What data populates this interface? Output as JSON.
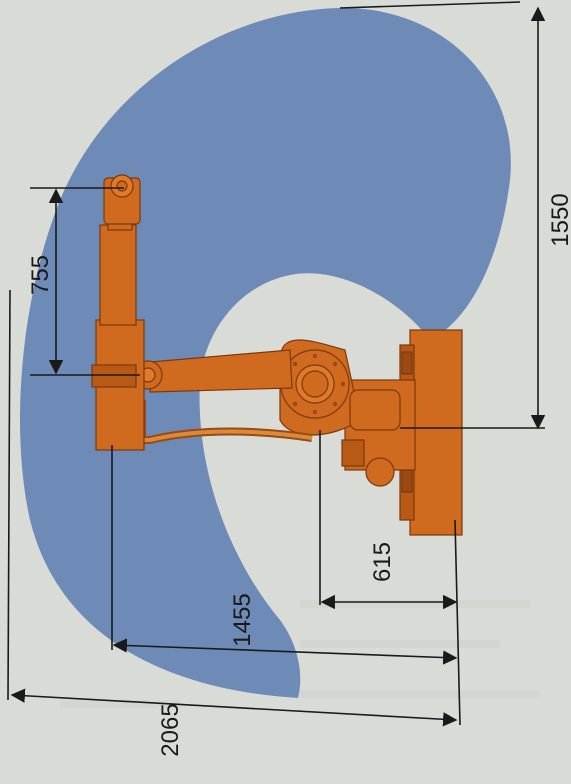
{
  "dimensions": {
    "reach_upper_arm": "755",
    "reach_total_height": "1550",
    "offset_base": "615",
    "reach_mid": "1455",
    "reach_max": "2065"
  },
  "colors": {
    "page_background": "#d9dcd6",
    "work_envelope": "#6e8ab6",
    "robot_body": "#cf6a1e",
    "robot_shadow": "#9a4a12",
    "dimension_line": "#1a1a1a"
  }
}
